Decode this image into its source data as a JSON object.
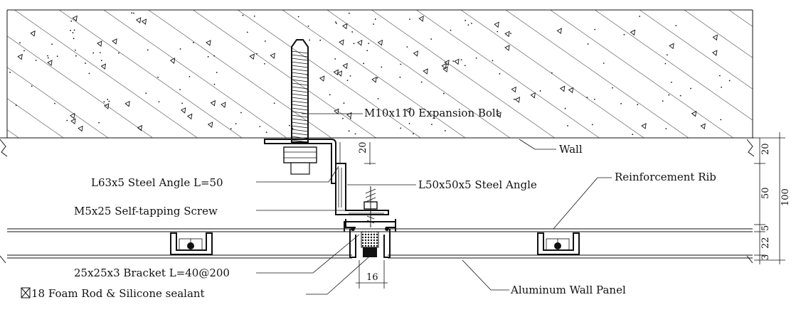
{
  "labels": {
    "expansion_bolt": "M10x110 Expansion Bolt",
    "wall": "Wall",
    "steel_angle_l63": "L63x5 Steel Angle L=50",
    "steel_angle_l50": "L50x50x5 Steel Angle",
    "reinforcement_rib": "Reinforcement  Rib",
    "self_tapping_screw": "M5x25 Self-tapping Screw",
    "bracket": "25x25x3 Bracket L=40@200",
    "foam_rod": "18 Foam Rod & Silicone sealant",
    "aluminum_panel": "Aluminum Wall Panel"
  },
  "dimensions": {
    "gap_20_center": "20",
    "joint_16": "16",
    "right_20": "20",
    "right_50": "50",
    "right_5": "5",
    "right_22": "22",
    "right_3": "3",
    "right_100": "100"
  },
  "colors": {
    "line": "#111111",
    "background": "#ffffff"
  }
}
